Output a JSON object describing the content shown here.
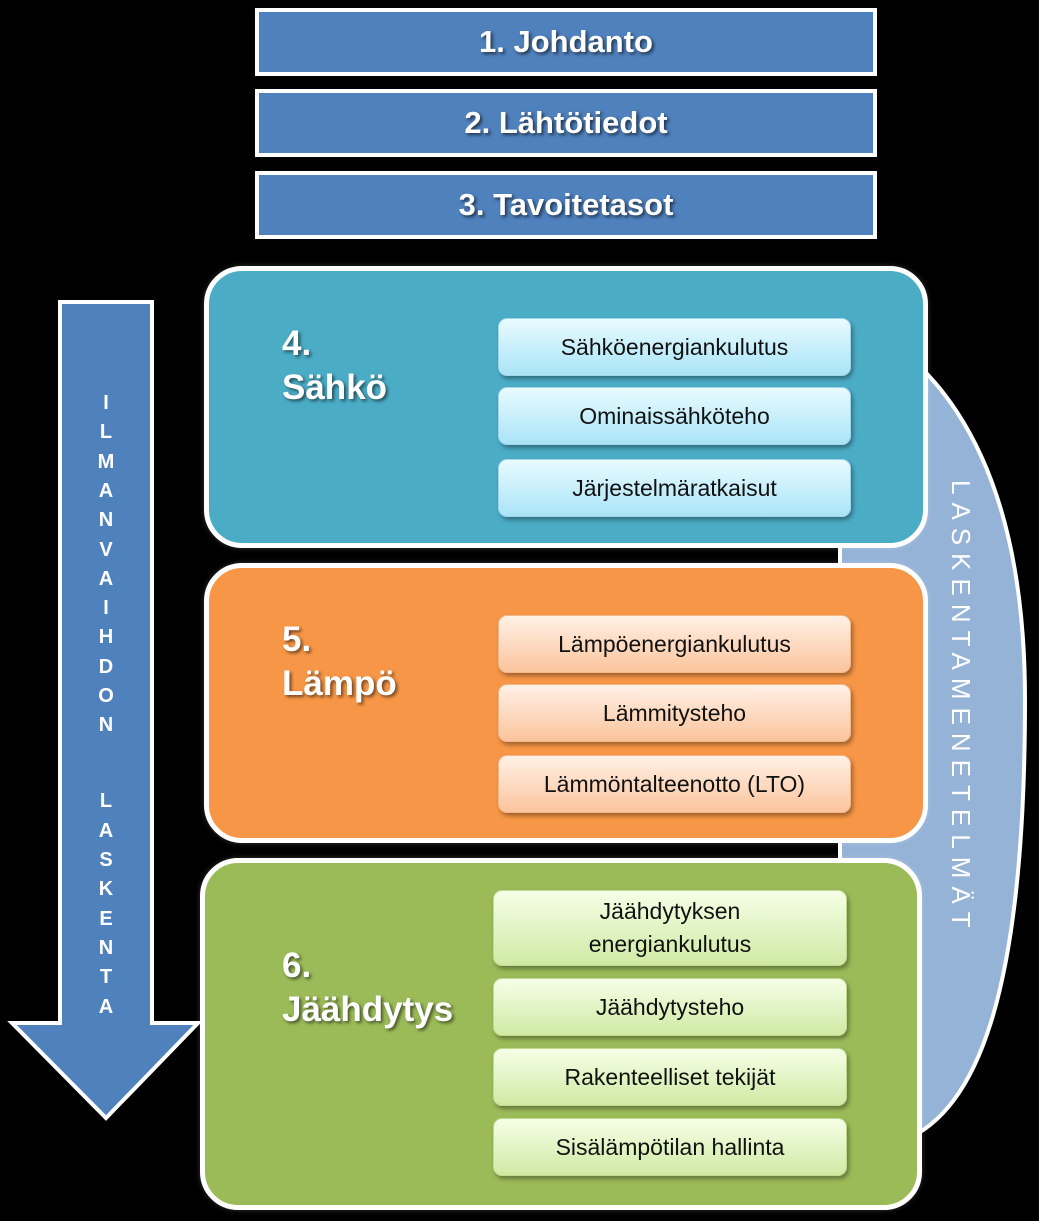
{
  "top_bars": [
    {
      "number": "1.",
      "label": "Johdanto"
    },
    {
      "number": "2.",
      "label": "Lähtötiedot"
    },
    {
      "number": "3.",
      "label": "Tavoitetasot"
    }
  ],
  "sections": [
    {
      "number": "4.",
      "title": "Sähkö",
      "color": "#4bacc6",
      "items": [
        "Sähköenergiankulutus",
        "Ominaissähköteho",
        "Järjestelmäratkaisut"
      ]
    },
    {
      "number": "5.",
      "title": "Lämpö",
      "color": "#f79646",
      "items": [
        "Lämpöenergiankulutus",
        "Lämmitysteho",
        "Lämmöntalteenotto (LTO)"
      ]
    },
    {
      "number": "6.",
      "title": "Jäähdytys",
      "color": "#9bbb59",
      "items": [
        "Jäähdytyksen energiankulutus",
        "Jäähdytysteho",
        "Rakenteelliset tekijät",
        "Sisälämpötilan hallinta"
      ]
    }
  ],
  "arrow_text": "ILMANVAIHDON LASKENTA",
  "side_label": "LASKENTAMENETELMÄT",
  "colors": {
    "bar": "#4f81bd",
    "side_band": "#95b3d7",
    "arrow": "#4f81bd"
  }
}
